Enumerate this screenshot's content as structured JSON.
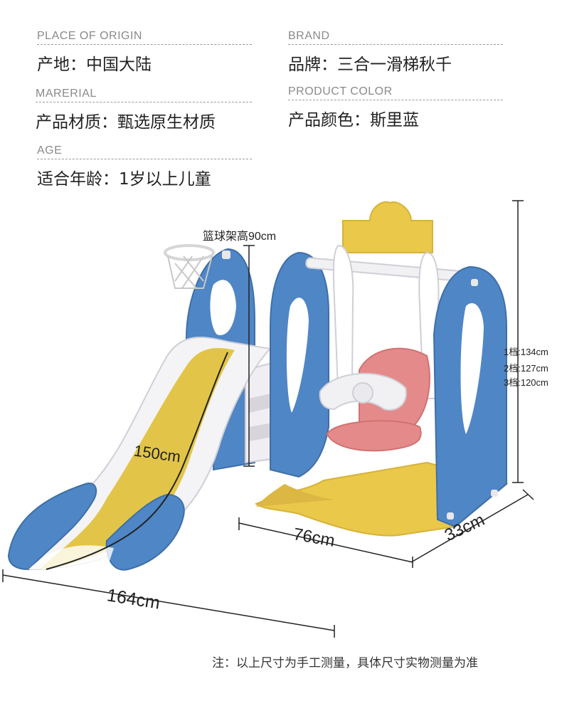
{
  "specs": {
    "origin": {
      "label_en": "PLACE OF ORIGIN",
      "value": "产地：中国大陆"
    },
    "brand": {
      "label_en": "BRAND",
      "value": "品牌：三合一滑梯秋千"
    },
    "material": {
      "label_en": "MARERIAL",
      "value": "产品材质：甄选原生材质"
    },
    "color": {
      "label_en": "PRODUCT COLOR",
      "value": "产品颜色：斯里蓝"
    },
    "age": {
      "label_en": "AGE",
      "value": "适合年龄：1岁以上儿童"
    }
  },
  "dimensions": {
    "hoop_height": "篮球架高90cm",
    "slide_length": "150cm",
    "total_length": "164cm",
    "swing_width": "76cm",
    "depth": "33cm",
    "swing_levels": [
      "1档:134cm",
      "2档:127cm",
      "3档:120cm"
    ]
  },
  "note": "注：以上尺寸为手工测量，具体尺寸实物测量为准",
  "colors": {
    "blue": "#4f86c6",
    "yellow": "#e9c84a",
    "pink": "#e58a8a",
    "white": "#f4f4f6"
  }
}
